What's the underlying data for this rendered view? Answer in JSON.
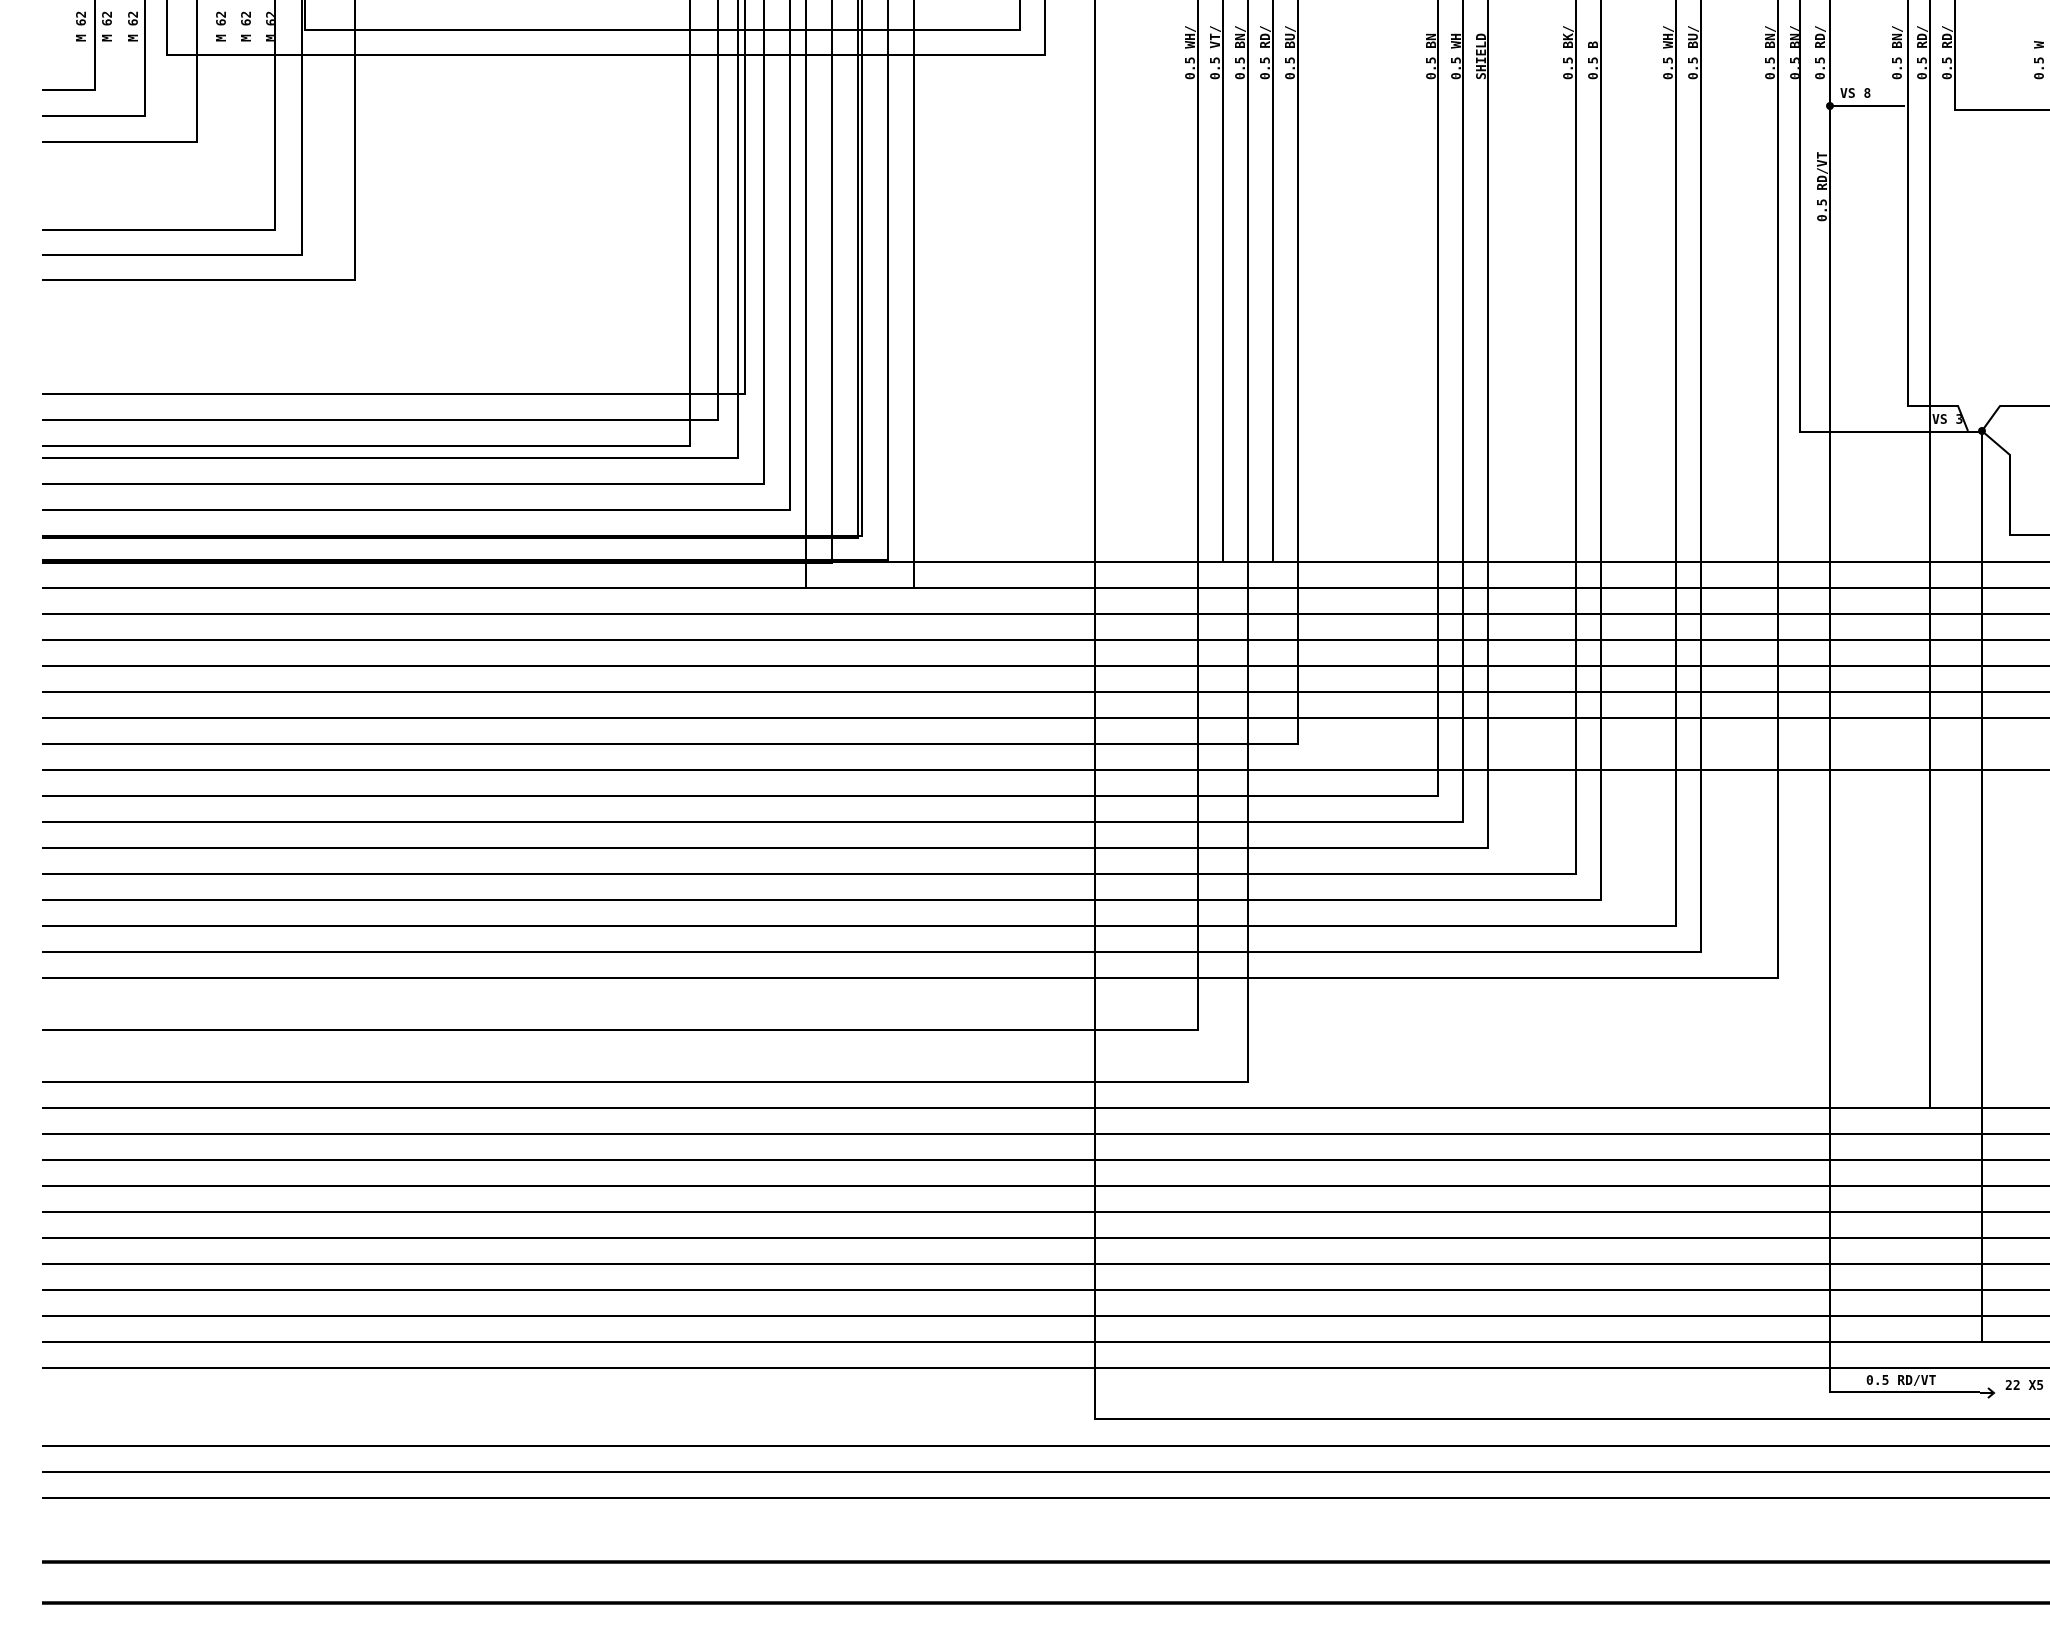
{
  "diagram": {
    "top_left_labels": [
      "M 62",
      "M 62",
      "M 62",
      "M 62",
      "M 62",
      "M 62"
    ],
    "wire_labels": [
      "0.5 WH/",
      "0.5 VT/",
      "0.5 BN/",
      "0.5 RD/",
      "0.5 BU/",
      "0.5 BN",
      "0.5 WH",
      "SHIELD",
      "0.5 BK/",
      "0.5 B",
      "0.5 WH/",
      "0.5 BU/",
      "0.5 BN/",
      "0.5 BN/",
      "0.5 RD/",
      "0.5 BN/",
      "0.5 RD/",
      "0.5 RD/",
      "0.5 W"
    ],
    "splice_vs8": "VS 8",
    "splice_vs3": "VS 3",
    "vertical_rdvt": "0.5 RD/VT",
    "bottom_rdvt": "0.5 RD/VT",
    "connector_ref": "22 X5"
  }
}
